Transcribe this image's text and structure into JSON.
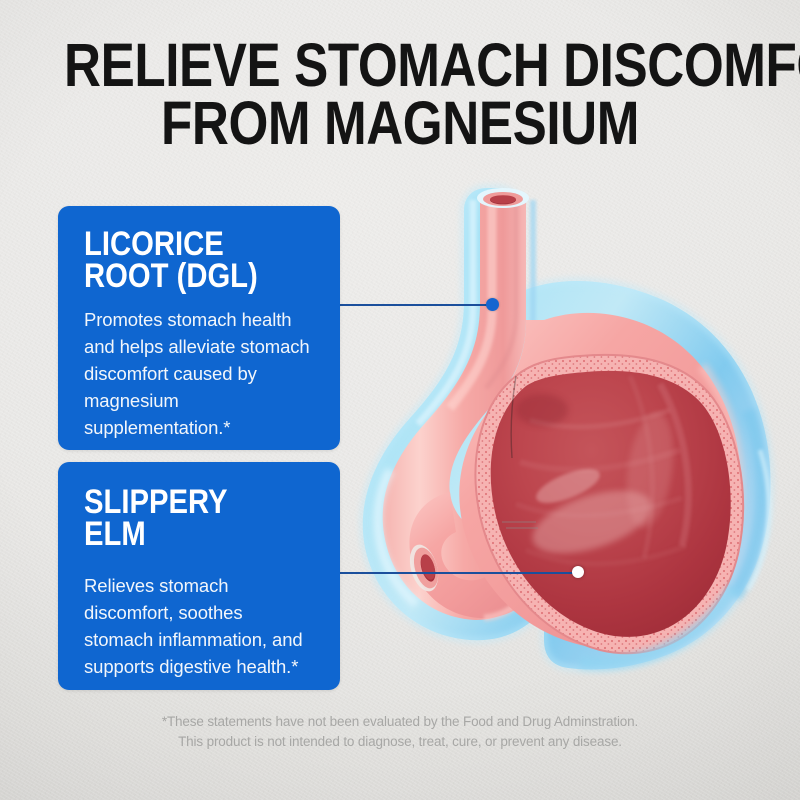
{
  "poster": {
    "background_color": "#e8e7e5",
    "accent_color": "#0f66d0",
    "leader_line_color": "#1b4f9c",
    "title_color": "#141414",
    "disclaimer_color": "#a7a7a5"
  },
  "title": {
    "line1": "RELIEVE STOMACH DISCOMFORT",
    "line2": "FROM MAGNESIUM"
  },
  "cards": [
    {
      "id": "licorice-root-dgl",
      "heading": "LICORICE\nROOT (DGL)",
      "body": "Promotes stomach health and helps alleviate stomach discomfort caused by magnesium supplementation.*"
    },
    {
      "id": "slippery-elm",
      "heading": "SLIPPERY ELM",
      "body": "Relieves stomach discomfort, soothes stomach inflammation, and supports digestive health.*"
    }
  ],
  "callouts": [
    {
      "id": "callout-licorice",
      "dot_color": "#1565d0",
      "target": "esophagus"
    },
    {
      "id": "callout-slippery-elm",
      "dot_color": "#ffffff",
      "target": "stomach-lumen"
    }
  ],
  "illustration": {
    "name": "stomach-cross-section",
    "parts": [
      "esophagus",
      "cardia",
      "stomach-body",
      "gastric-mucosa",
      "muscle-wall",
      "protective-coating",
      "pylorus",
      "duodenum"
    ],
    "colors": {
      "lumen_deep_red": "#b63a43",
      "mucosa_pink": "#f09a9d",
      "muscle_salmon": "#f3a3a3",
      "coating_cyan": "#a8e6f6",
      "coating_blue": "#7ec9ee"
    }
  },
  "disclaimer": {
    "line1": "*These statements have not been evaluated by the Food and Drug Adminstration.",
    "line2": "This product is not intended to diagnose, treat, cure, or prevent any disease."
  }
}
